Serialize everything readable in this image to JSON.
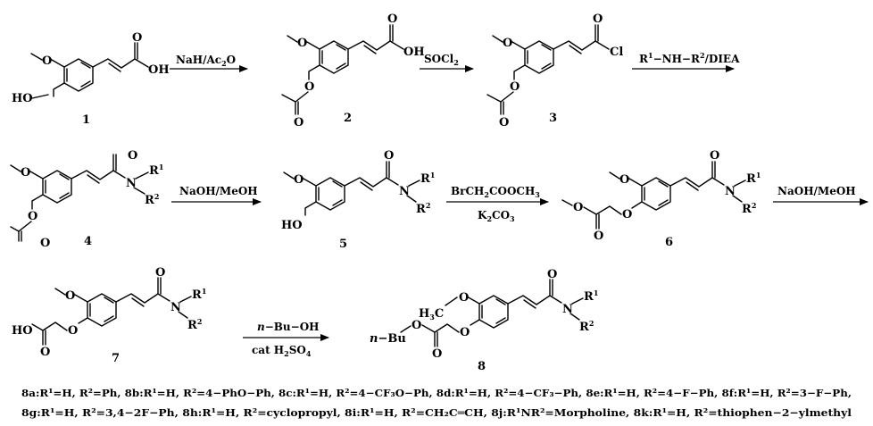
{
  "compounds": [
    {
      "id": "c1",
      "label": "1"
    },
    {
      "id": "c2",
      "label": "2"
    },
    {
      "id": "c3",
      "label": "3"
    },
    {
      "id": "c4",
      "label": "4"
    },
    {
      "id": "c5",
      "label": "5"
    },
    {
      "id": "c6",
      "label": "6"
    },
    {
      "id": "c7",
      "label": "7"
    },
    {
      "id": "c8",
      "label": "8"
    }
  ],
  "atoms": {
    "O": "O",
    "OH": "OH",
    "HO": "HO",
    "Cl": "Cl",
    "N": "N",
    "R": "R",
    "sup1": "1",
    "sup2": "2",
    "H3C": "H",
    "sub3": "3",
    "C": "C",
    "nBu": "n",
    "dashBu": "−Bu"
  },
  "reagents": {
    "r1": {
      "text": "NaH/Ac",
      "sub": "2",
      "tail": "O"
    },
    "r2": {
      "text": "SOCl",
      "sub": "2"
    },
    "r3": {
      "a": "R",
      "a_sup": "1",
      "b": "−NH−R",
      "b_sup": "2",
      "c": "/DIEA"
    },
    "r4": {
      "text": "NaOH/MeOH"
    },
    "r5a": {
      "a": "BrCH",
      "a_sub": "2",
      "b": "COOCH",
      "b_sub": "3"
    },
    "r5b": {
      "a": "K",
      "a_sub": "2",
      "b": "CO",
      "b_sub": "3"
    },
    "r6": {
      "text": "NaOH/MeOH"
    },
    "r7a": {
      "ital": "n",
      "rest": "−Bu−OH"
    },
    "r7b": {
      "a": "cat H",
      "a_sub": "2",
      "b": "SO",
      "b_sub": "4"
    }
  },
  "legend": {
    "line1": "8a:R¹=H, R²=Ph, 8b:R¹=H, R²=4−PhO−Ph, 8c:R¹=H, R²=4−CF₃O−Ph, 8d:R¹=H, R²=4−CF₃−Ph, 8e:R¹=H, R²=4−F−Ph, 8f:R¹=H, R²=3−F−Ph,",
    "line2": "8g:R¹=H, R²=3,4−2F−Ph, 8h:R¹=H, R²=cyclopropyl, 8i:R¹=H, R²=CH₂C═CH, 8j:R¹NR²=Morpholine, 8k:R¹=H, R²=thiophen−2−ylmethyl"
  }
}
